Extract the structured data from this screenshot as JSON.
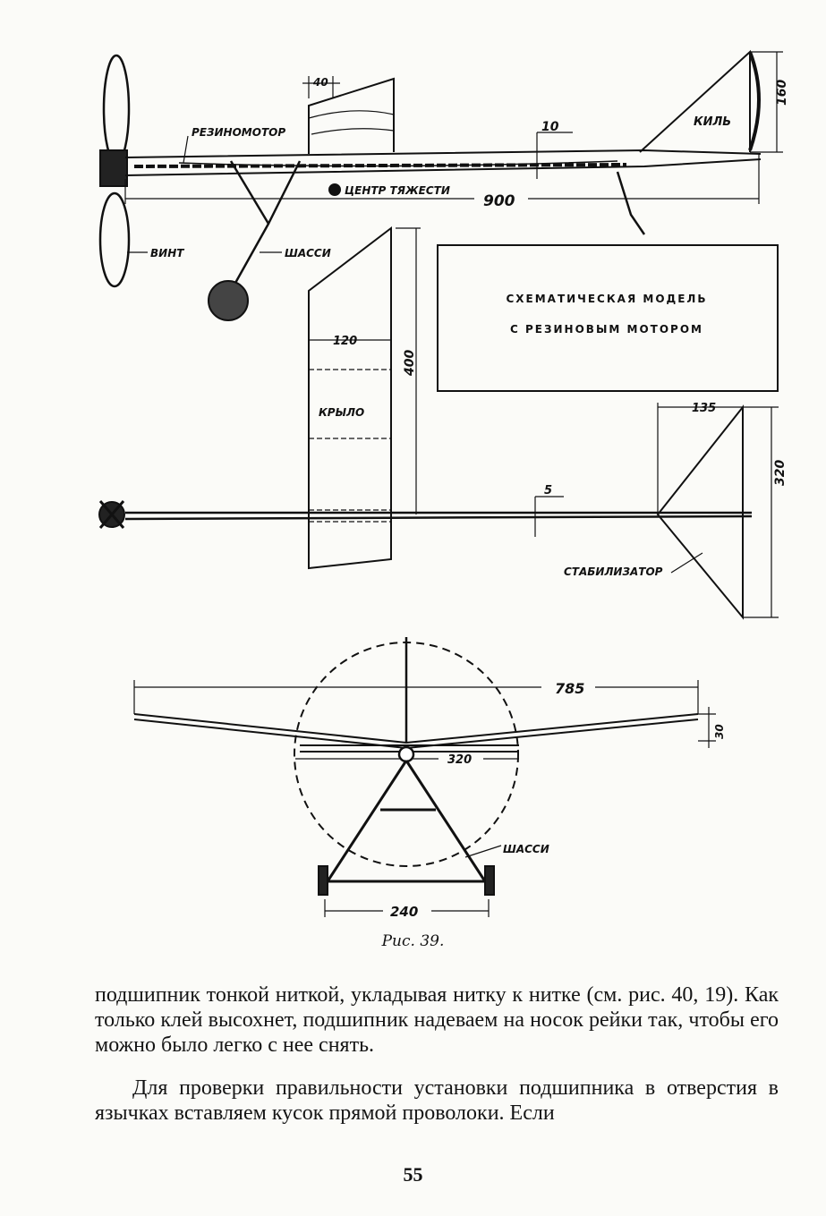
{
  "figure": {
    "labels": {
      "rubber_motor": "РЕЗИНОМОТОР",
      "center_of_gravity": "ЦЕНТР ТЯЖЕСТИ",
      "propeller": "ВИНТ",
      "landing_gear_side": "ШАССИ",
      "fin": "КИЛЬ",
      "wing": "КРЫЛО",
      "stabilizer": "СТАБИЛИЗАТОР",
      "landing_gear_front": "ШАССИ"
    },
    "dimensions": {
      "chord_top": "40",
      "spar_top": "10",
      "fin_height": "160",
      "length": "900",
      "wing_chord": "120",
      "half_span": "400",
      "stab_chord": "135",
      "spar_bottom": "5",
      "stab_span": "320",
      "span": "785",
      "dihedral": "30",
      "center_width": "320",
      "track": "240"
    },
    "title_box": {
      "line1": "СХЕМАТИЧЕСКАЯ МОДЕЛЬ",
      "line2": "С РЕЗИНОВЫМ МОТОРОМ"
    },
    "caption": "Рис. 39."
  },
  "text": {
    "paragraph1": "подшипник тонкой ниткой, укладывая нитку к нитке (см. рис. 40, 19). Как только клей высохнет, подшипник надеваем на носок рейки так, чтобы его можно было легко с нее снять.",
    "paragraph2": "Для проверки правильности установки подшипника в отверстия в язычках вставляем кусок прямой проволоки. Если",
    "page_number": "55"
  }
}
